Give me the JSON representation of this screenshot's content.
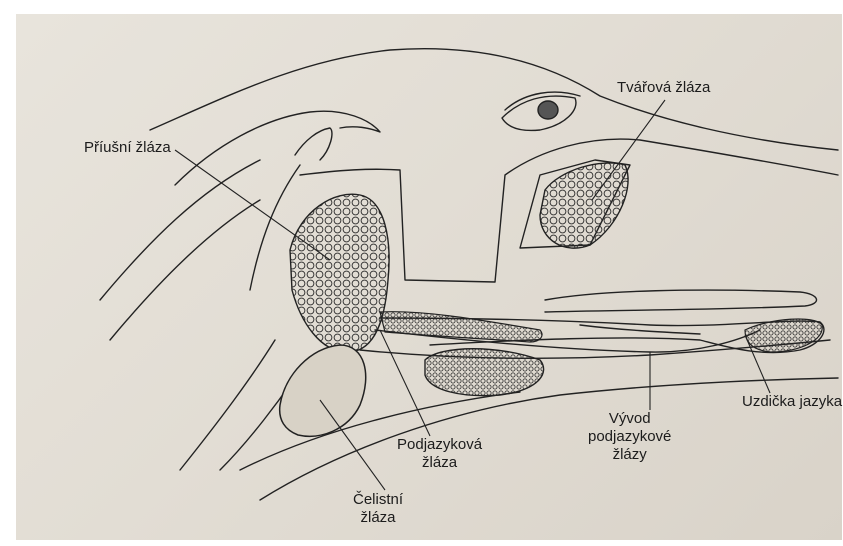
{
  "labels": {
    "parotid": "Příušní žláza",
    "buccal": "Tvářová žláza",
    "sublingual_line1": "Podjazyková",
    "sublingual_line2": "žláza",
    "mandibular_line1": "Čelistní",
    "mandibular_line2": "žláza",
    "duct_line1": "Vývod",
    "duct_line2": "podjazykové",
    "duct_line3": "žlázy",
    "frenulum": "Uzdička jazyka"
  },
  "colors": {
    "paper": "#e2ddd4",
    "ink": "#1c1c1c"
  }
}
